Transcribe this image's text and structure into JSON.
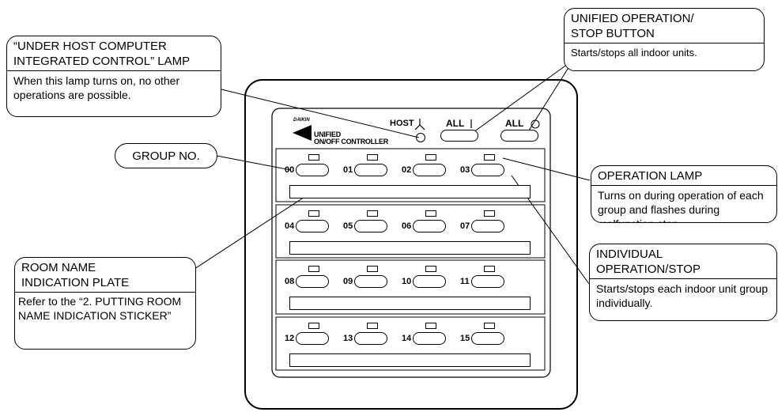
{
  "controller": {
    "brand": "DAIKIN",
    "model_line1": "UNIFIED",
    "model_line2": "ON/OFF CONTROLLER",
    "host_label": "HOST",
    "all_on_label": "ALL",
    "all_off_label": "ALL",
    "groups": [
      "00",
      "01",
      "02",
      "03",
      "04",
      "05",
      "06",
      "07",
      "08",
      "09",
      "10",
      "11",
      "12",
      "13",
      "14",
      "15"
    ]
  },
  "callouts": {
    "host_lamp": {
      "title": "“UNDER HOST COMPUTER\nINTEGRATED CONTROL” LAMP",
      "body": "When this lamp turns on, no other operations are possible."
    },
    "unified_button": {
      "title": "UNIFIED OPERATION/\nSTOP BUTTON",
      "body": "Starts/stops all indoor units."
    },
    "group_no": {
      "title": "GROUP NO."
    },
    "operation_lamp": {
      "title": "OPERATION LAMP",
      "body": "Turns on during operation of each group and flashes during malfunction stop."
    },
    "room_name_plate": {
      "title": "ROOM NAME\nINDICATION PLATE",
      "body": "Refer to the “2. PUTTING ROOM NAME INDICATION STICKER”"
    },
    "individual_op": {
      "title": "INDIVIDUAL\nOPERATION/STOP",
      "body": "Starts/stops each indoor unit group individually."
    }
  }
}
